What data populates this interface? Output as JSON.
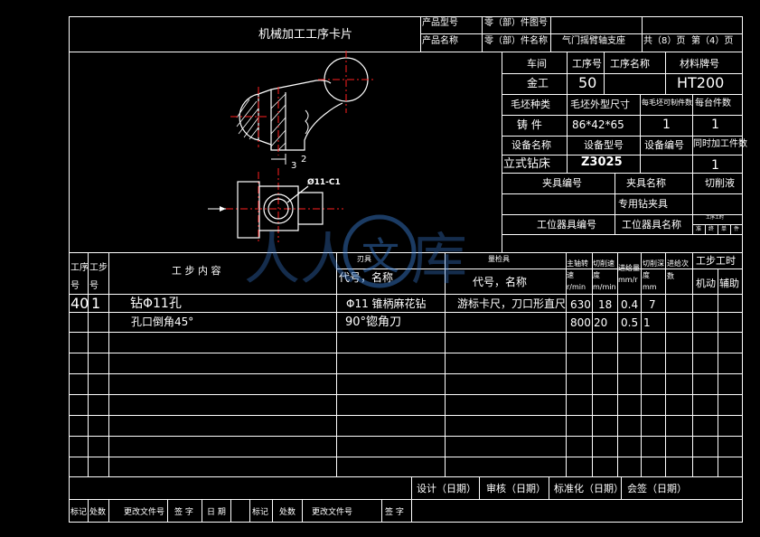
{
  "header": {
    "title": "机械加工工序卡片",
    "product_model_label": "产品型号",
    "product_name_label": "产品名称",
    "part_number_label": "零（部）件图号",
    "part_name_label": "零（部）件名称",
    "part_name": "气门摇臂轴支座",
    "sheet_total": "共（8）页",
    "sheet_no": "第（4）页"
  },
  "info": {
    "workshop_label": "车间",
    "process_no_label": "工序号",
    "process_name_label": "工序名称",
    "material_label": "材料牌号",
    "workshop": "金工",
    "process_no": "50",
    "material": "HT200",
    "blank_type_label": "毛坯种类",
    "blank_size_label": "毛坯外型尺寸",
    "parts_per_blank_label": "每毛坯可制件数",
    "parts_per_machine_label": "每台件数",
    "blank_type": "铸    件",
    "blank_size": "86*42*65",
    "parts_per_blank": "1",
    "parts_per_machine": "1",
    "equipment_name_label": "设备名称",
    "equipment_model_label": "设备型号",
    "equipment_no_label": "设备编号",
    "simultaneous_label": "同时加工件数",
    "equipment_name": "立式钻床",
    "equipment_model": "Z3025",
    "simultaneous": "1",
    "fixture_no_label": "夹具编号",
    "fixture_name_label": "夹具名称",
    "coolant_label": "切削液",
    "fixture_name": "专用钻夹具",
    "station_tool_no_label": "工位器具编号",
    "station_tool_name_label": "工位器具名称",
    "hours_label": "工序工时",
    "hours_sub_a": "准",
    "hours_sub_b": "终",
    "hours_sub_c": "单",
    "hours_sub_d": "件"
  },
  "drawing": {
    "dim_2": "2",
    "dim_3": "3",
    "hole_note": "Ø11-C1"
  },
  "steps_header": {
    "process_no": "工序号",
    "step_no": "工步号",
    "step_content": "工  步  内  容",
    "tool": "刃具",
    "tool_code": "代号，名称",
    "gauge": "量检具",
    "gauge_code": "代号，名称",
    "spindle_speed": "主轴转速 r/min",
    "cutting_speed": "切削速度 m/min",
    "feed": "进给量 mm/r",
    "depth": "切削深度 mm",
    "passes": "进给次数",
    "step_hours": "工步工时",
    "machine_time": "机动",
    "aux_time": "辅助"
  },
  "steps": [
    {
      "process": "40",
      "step": "1",
      "content": "钻Φ11孔",
      "tool": "Φ11 锥柄麻花钻",
      "gauge": "游标卡尺，刀口形直尺",
      "speed": "630",
      "vc": "18",
      "feed": "0.4",
      "depth": "7",
      "passes": "",
      "machine": "",
      "aux": ""
    },
    {
      "process": "",
      "step": "",
      "content": "孔口倒角45°",
      "tool": "90°锪角刀",
      "gauge": "",
      "speed": "800",
      "vc": "20",
      "feed": "0.5",
      "depth": "1",
      "passes": "",
      "machine": "",
      "aux": ""
    }
  ],
  "signoff": {
    "design": "设计（日期）",
    "review": "审核（日期）",
    "standard": "标准化（日期）",
    "countersign": "会签（日期）",
    "mark": "标记",
    "places": "处数",
    "change_doc": "更改文件号",
    "sign": "签  字",
    "date": "日  期"
  }
}
